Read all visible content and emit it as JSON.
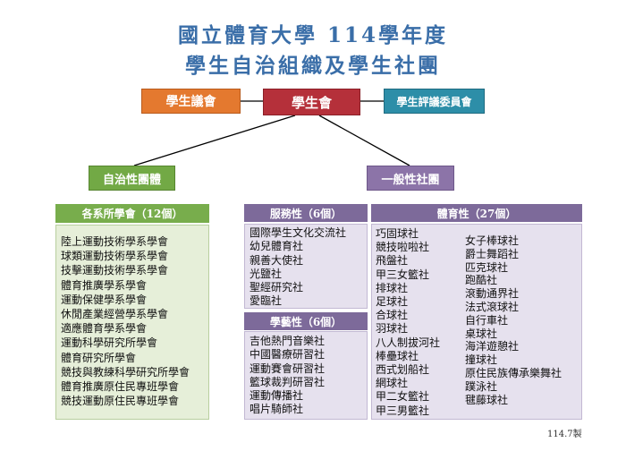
{
  "title": {
    "line1": "國立體育大學 114學年度",
    "line2": "學生自治組織及學生社團"
  },
  "top_boxes": {
    "council": "學生議會",
    "student_union": "學生會",
    "review_committee": "學生評議委員會"
  },
  "branches": {
    "autonomous": "自治性團體",
    "general_clubs": "一般性社團"
  },
  "departments": {
    "header": "各系所學會（12個）",
    "items": [
      "陸上運動技術學系學會",
      "球類運動技術學系學會",
      "技擊運動技術學系學會",
      "體育推廣學系學會",
      "運動保健學系學會",
      "休閒產業經營學系學會",
      "適應體育學系學會",
      "運動科學研究所學會",
      "體育研究所學會",
      "競技與教練科學研究所學會",
      "體育推廣原住民專班學會",
      "競技運動原住民專班學會"
    ]
  },
  "service": {
    "header": "服務性（6個）",
    "items": [
      "國際學生文化交流社",
      "幼兒體育社",
      "親善大使社",
      "光鹽社",
      "聖經研究社",
      "愛臨社"
    ]
  },
  "arts": {
    "header": "學藝性（6個）",
    "items": [
      "吉他熱門音樂社",
      "中國醫療研習社",
      "運動賽會研習社",
      "籃球裁判研習社",
      "運動傳播社",
      "唱片騎師社"
    ]
  },
  "sports": {
    "header": "體育性（27個）",
    "col1": [
      "巧固球社",
      "競技啦啦社",
      "飛盤社",
      "甲三女籃社",
      "排球社",
      "足球社",
      "合球社",
      "羽球社",
      "八人制拔河社",
      "棒壘球社",
      "西式划船社",
      "網球社",
      "甲二女籃社",
      "甲三男籃社"
    ],
    "col2": [
      "女子棒球社",
      "爵士舞蹈社",
      "匹克球社",
      "跑酷社",
      "滾動通界社",
      "法式滾球社",
      "自行車社",
      "桌球社",
      "海洋遊憩社",
      "撞球社",
      "原住民族傳承樂舞社",
      "蹼泳社",
      "毽藤球社"
    ]
  },
  "footer": "114.7製",
  "colors": {
    "title": "#3a6ea8",
    "council": "#e4792f",
    "student_union": "#b5303a",
    "review_committee": "#2d8ea8",
    "autonomous": "#72a945",
    "general_clubs": "#8c74a8"
  }
}
